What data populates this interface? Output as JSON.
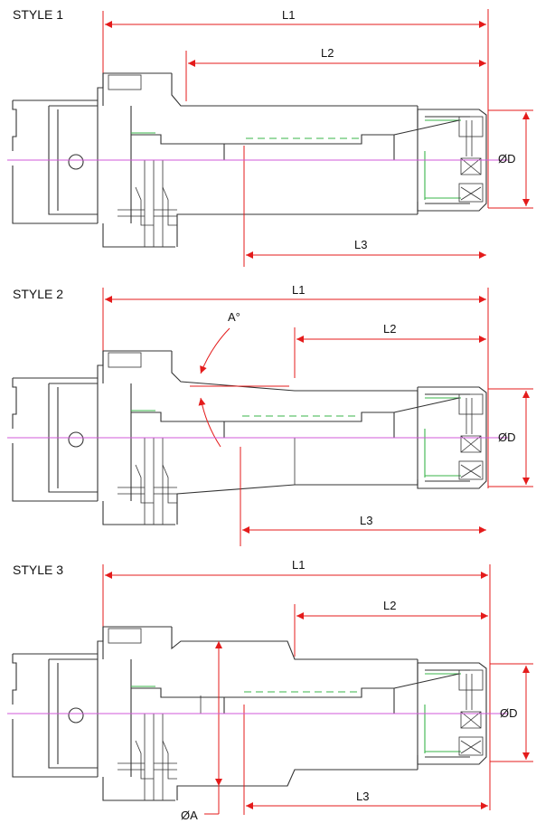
{
  "styles": [
    {
      "title": "STYLE 1",
      "labels": {
        "l1": "L1",
        "l2": "L2",
        "l3": "L3",
        "diameter": "ØD"
      }
    },
    {
      "title": "STYLE 2",
      "labels": {
        "l1": "L1",
        "l2": "L2",
        "l3": "L3",
        "diameter": "ØD",
        "angle": "A°"
      }
    },
    {
      "title": "STYLE 3",
      "labels": {
        "l1": "L1",
        "l2": "L2",
        "l3": "L3",
        "diameter": "ØD",
        "shank_diameter": "ØA"
      }
    }
  ],
  "colors": {
    "dimension": "#e41b1b",
    "centerline": "#d05ad8",
    "hidden_line": "#39b54a",
    "outline": "#333333"
  }
}
